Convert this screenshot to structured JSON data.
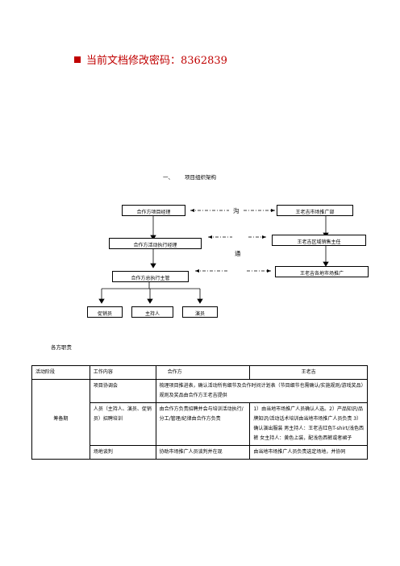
{
  "header": {
    "text": "当前文档修改密码：8362839"
  },
  "section1": {
    "num": "一、",
    "title": "项目组织架构"
  },
  "org": {
    "left1": "合作方项目经理",
    "left2": "合作方活动执行经理",
    "left3": "合作方总执行主管",
    "right1": "王老吉市场推广部",
    "right2": "王老吉区域销售主任",
    "right3": "王老吉各地市场推广",
    "bottom1": "促销员",
    "bottom2": "主持人",
    "bottom3": "演员",
    "gou": "沟",
    "tong": "通"
  },
  "section2": {
    "title": "各方职责"
  },
  "table": {
    "headers": [
      "活动阶段",
      "工作内容",
      "合作方",
      "王老吉"
    ],
    "stage": "筹备期",
    "rows": [
      {
        "content": "项目协调会",
        "partner": "梳理项目推进表，确认活动所有细节及合作时间计划表（节目细节也需确认/实施规则/游戏奖品）规则及奖品由合作方王老吉提供",
        "wlj": ""
      },
      {
        "content": "人员（主持人、演员、促销员）招聘培训",
        "partner": "由合作方负责招聘并会与培训活动执行/分工/管理/纪律由合作方负责",
        "wlj": "1）由当地市场推广人员确认人选。2）产品知识/品牌知识/活动话术培训由当地市场推广人员负责 3）确认演出服装 男主持人：王老吉红色T-shirt/浅色西裤 女主持人：黄色上装，配浅色西裤或者裙子"
      },
      {
        "content": "场地谈判",
        "partner": "协助市场推广人员谈判并在现",
        "wlj": "由当地市场推广人员负责选定场地，并协同"
      }
    ]
  }
}
